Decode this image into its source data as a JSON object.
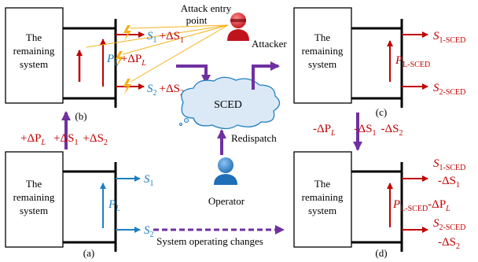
{
  "boxes": {
    "top_left": [
      "The",
      "remaining",
      "system"
    ],
    "bottom_left": [
      "The",
      "remaining",
      "system"
    ],
    "top_right": [
      "The",
      "remaining",
      "system"
    ],
    "bottom_right": [
      "The",
      "remaining",
      "system"
    ]
  },
  "panel_labels": {
    "a": "(a)",
    "b": "(b)",
    "c": "(c)",
    "d": "(d)"
  },
  "panel_a": {
    "s1": "S",
    "s1_sub": "1",
    "pl": "P",
    "pl_sub": "L",
    "s2": "S",
    "s2_sub": "2"
  },
  "panel_b": {
    "s1_text": "S",
    "s1_sub": "1",
    "s1_delta": "+ΔS",
    "s1_delta_sub": "1",
    "pl_text": "P",
    "pl_sub": "L",
    "pl_delta": "+ΔP",
    "pl_delta_sub": "L",
    "s2_text": "S",
    "s2_sub": "2",
    "s2_delta": "+ΔS",
    "s2_delta_sub": "2"
  },
  "panel_c": {
    "s1": "S",
    "s1_sub": "1-SCED",
    "pl": "P",
    "pl_sub": "L-SCED",
    "s2": "S",
    "s2_sub": "2-SCED"
  },
  "panel_d": {
    "s1": "S",
    "s1_sub": "1-SCED",
    "s1_delta": "-ΔS",
    "s1_delta_sub": "1",
    "pl": "P",
    "pl_sub": "L-SCED",
    "pl_delta": "-ΔP",
    "pl_delta_sub": "L",
    "s2": "S",
    "s2_sub": "2-SCED",
    "s2_delta": "-ΔS",
    "s2_delta_sub": "2"
  },
  "left_transition": {
    "p": "+ΔP",
    "p_sub": "L",
    "s1": "+ΔS",
    "s1_sub": "1",
    "s2": "+ΔS",
    "s2_sub": "2"
  },
  "right_transition": {
    "p": "-ΔP",
    "p_sub": "L",
    "s1": "-ΔS",
    "s1_sub": "1",
    "s2": "-ΔS",
    "s2_sub": "2"
  },
  "attack_entry": [
    "Attack entry",
    "point"
  ],
  "attacker_label": "Attacker",
  "sced_label": "SCED",
  "redispatch_label": "Redispatch",
  "operator_label": "Operator",
  "changes_label": "System operating changes",
  "colors": {
    "red": "#c00000",
    "blue": "#1f7fc0",
    "purple": "#7030a0",
    "cloud": "#dbe9f7",
    "orange": "#f5b21a"
  }
}
